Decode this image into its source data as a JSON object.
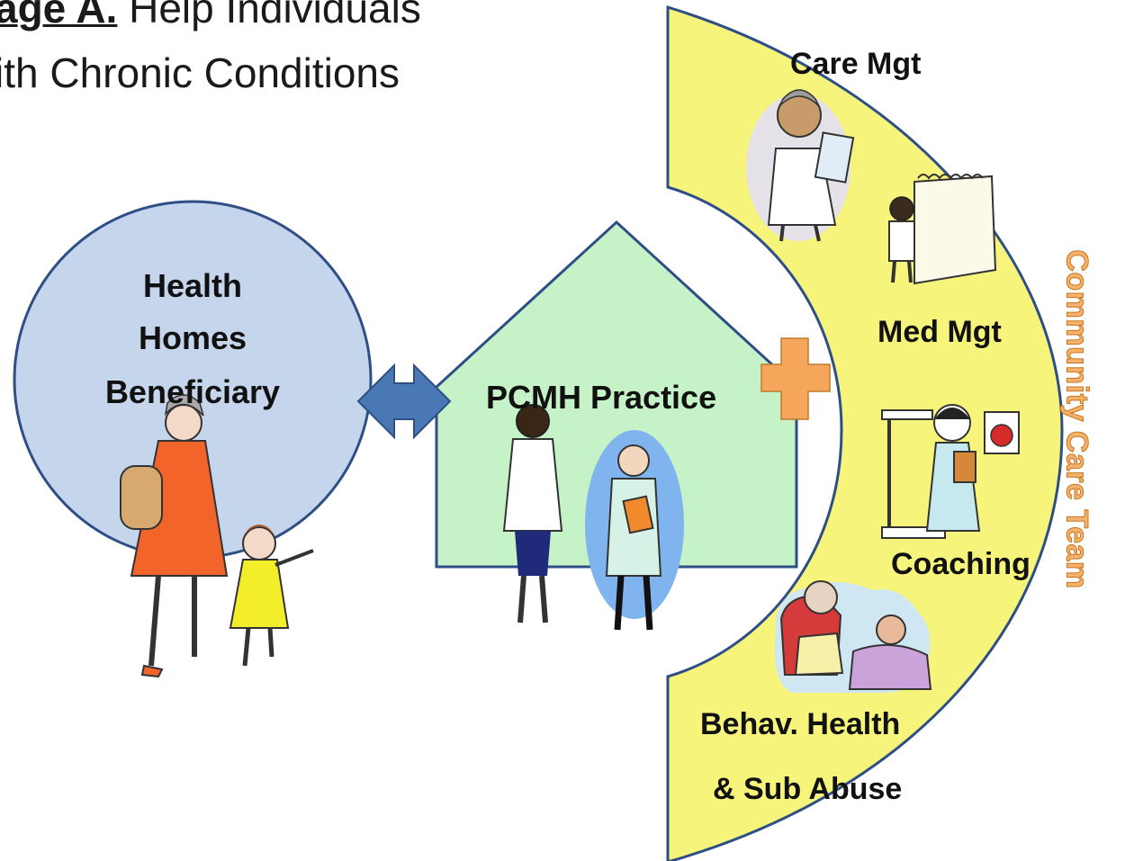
{
  "title": {
    "line1_bold": "age A.",
    "line1_rest": "  Help Individuals",
    "line2": "ith Chronic Conditions"
  },
  "beneficiary": {
    "line1": "Health",
    "line2": "Homes",
    "line3": "Beneficiary"
  },
  "practice": {
    "label": "PCMH Practice"
  },
  "care_team": {
    "title": "Community Care Team",
    "services": {
      "care_mgt": "Care Mgt",
      "med_mgt": "Med Mgt",
      "coaching": "Coaching",
      "behav_line1": "Behav. Health",
      "behav_line2": "& Sub Abuse"
    }
  },
  "colors": {
    "circle_fill": "#c5d5ec",
    "house_fill": "#c5f2c6",
    "arc_fill": "#f7f47c",
    "arrow_fill": "#4a78b4",
    "plus_fill": "#f6a65a",
    "team_text": "#f6b26b"
  },
  "icons": {
    "rx_pad": "rx-notepad-icon"
  }
}
